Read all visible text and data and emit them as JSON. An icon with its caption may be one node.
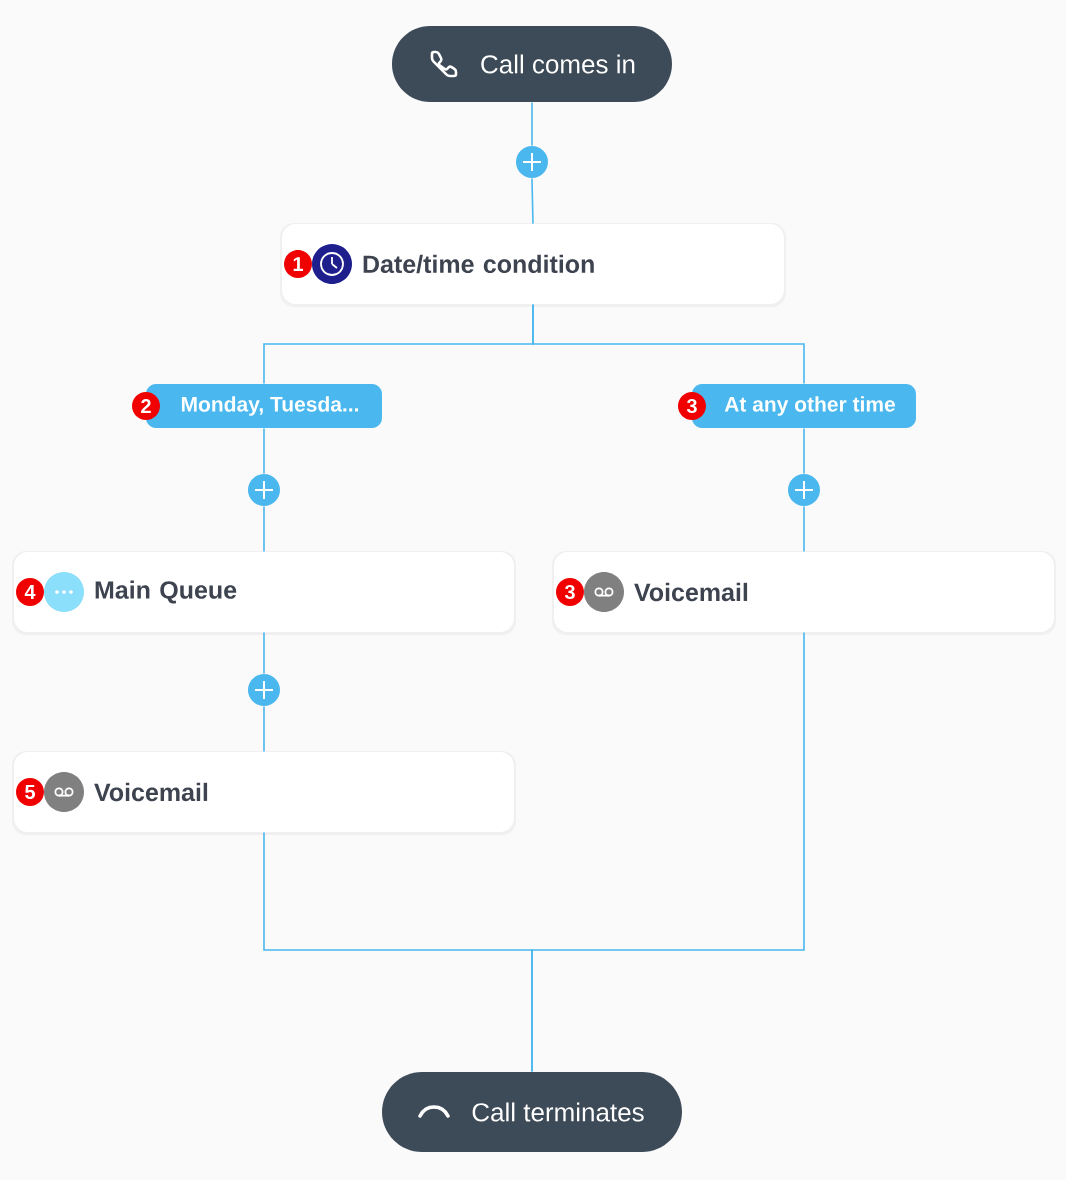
{
  "diagram": {
    "nodes": [
      {
        "text": [
          "Call comes in"
        ]
      },
      {
        "text": [
          "1",
          "Date/time condition"
        ]
      },
      {
        "text": [
          "2",
          "Monday, Tuesda..."
        ]
      },
      {
        "text": [
          "3",
          "At any other time"
        ]
      },
      {
        "text": [
          "4",
          "Main Queue"
        ]
      },
      {
        "text": [
          "3",
          "Voicemail"
        ]
      },
      {
        "text": [
          "5",
          "Voicemail"
        ]
      },
      {
        "text": [
          "Call terminates"
        ]
      },
      {
        "text": [],
        "shape": "circle"
      },
      {
        "text": [],
        "shape": "circle"
      },
      {
        "text": [],
        "shape": "circle"
      },
      {
        "text": [],
        "shape": "circle"
      }
    ],
    "edges": [
      {
        "from": 0,
        "to": 8,
        "arrow": "none"
      },
      {
        "from": 8,
        "to": 1,
        "arrow": "none"
      },
      {
        "from": 1,
        "to": 2,
        "arrow": "none"
      },
      {
        "from": 1,
        "to": 3,
        "arrow": "none"
      },
      {
        "from": 2,
        "to": 9,
        "arrow": "none"
      },
      {
        "from": 9,
        "to": 4,
        "arrow": "none"
      },
      {
        "from": 3,
        "to": 10,
        "arrow": "none"
      },
      {
        "from": 10,
        "to": 5,
        "arrow": "none"
      },
      {
        "from": 4,
        "to": 11,
        "arrow": "none"
      },
      {
        "from": 11,
        "to": 6,
        "arrow": "none"
      },
      {
        "from": 6,
        "to": 7,
        "arrow": "none"
      },
      {
        "from": 5,
        "to": 7,
        "arrow": "none"
      }
    ]
  }
}
